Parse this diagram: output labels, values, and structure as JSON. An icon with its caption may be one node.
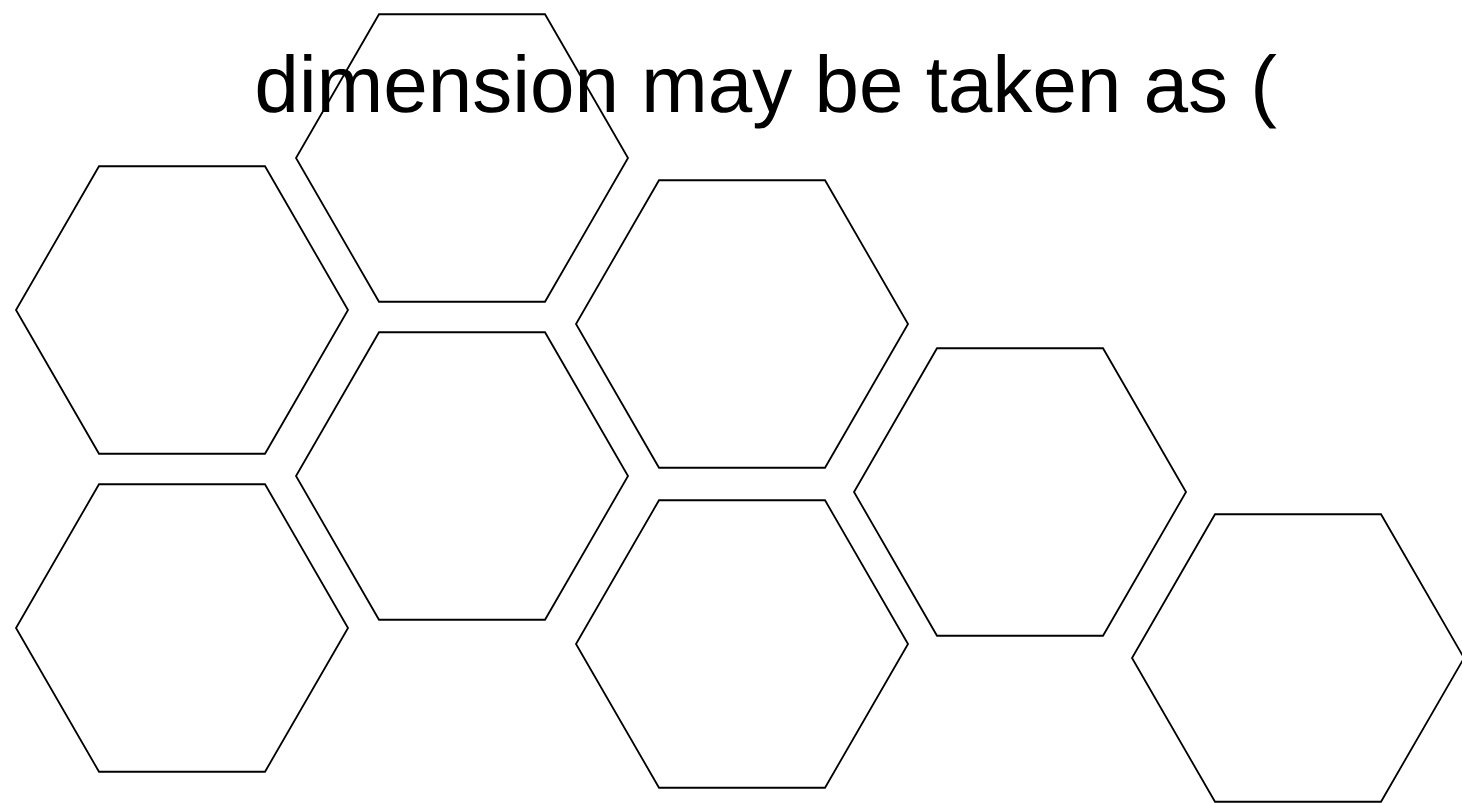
{
  "diagram": {
    "nodes": [
      {
        "text": [],
        "shape": "hexagon"
      },
      {
        "text": [],
        "shape": "hexagon"
      },
      {
        "text": [],
        "shape": "hexagon"
      },
      {
        "text": [],
        "shape": "hexagon"
      },
      {
        "text": [],
        "shape": "hexagon"
      },
      {
        "text": [],
        "shape": "hexagon"
      },
      {
        "text": [],
        "shape": "hexagon"
      },
      {
        "text": [],
        "shape": "hexagon"
      }
    ],
    "labels": [
      "dimension may be taken as ("
    ]
  }
}
